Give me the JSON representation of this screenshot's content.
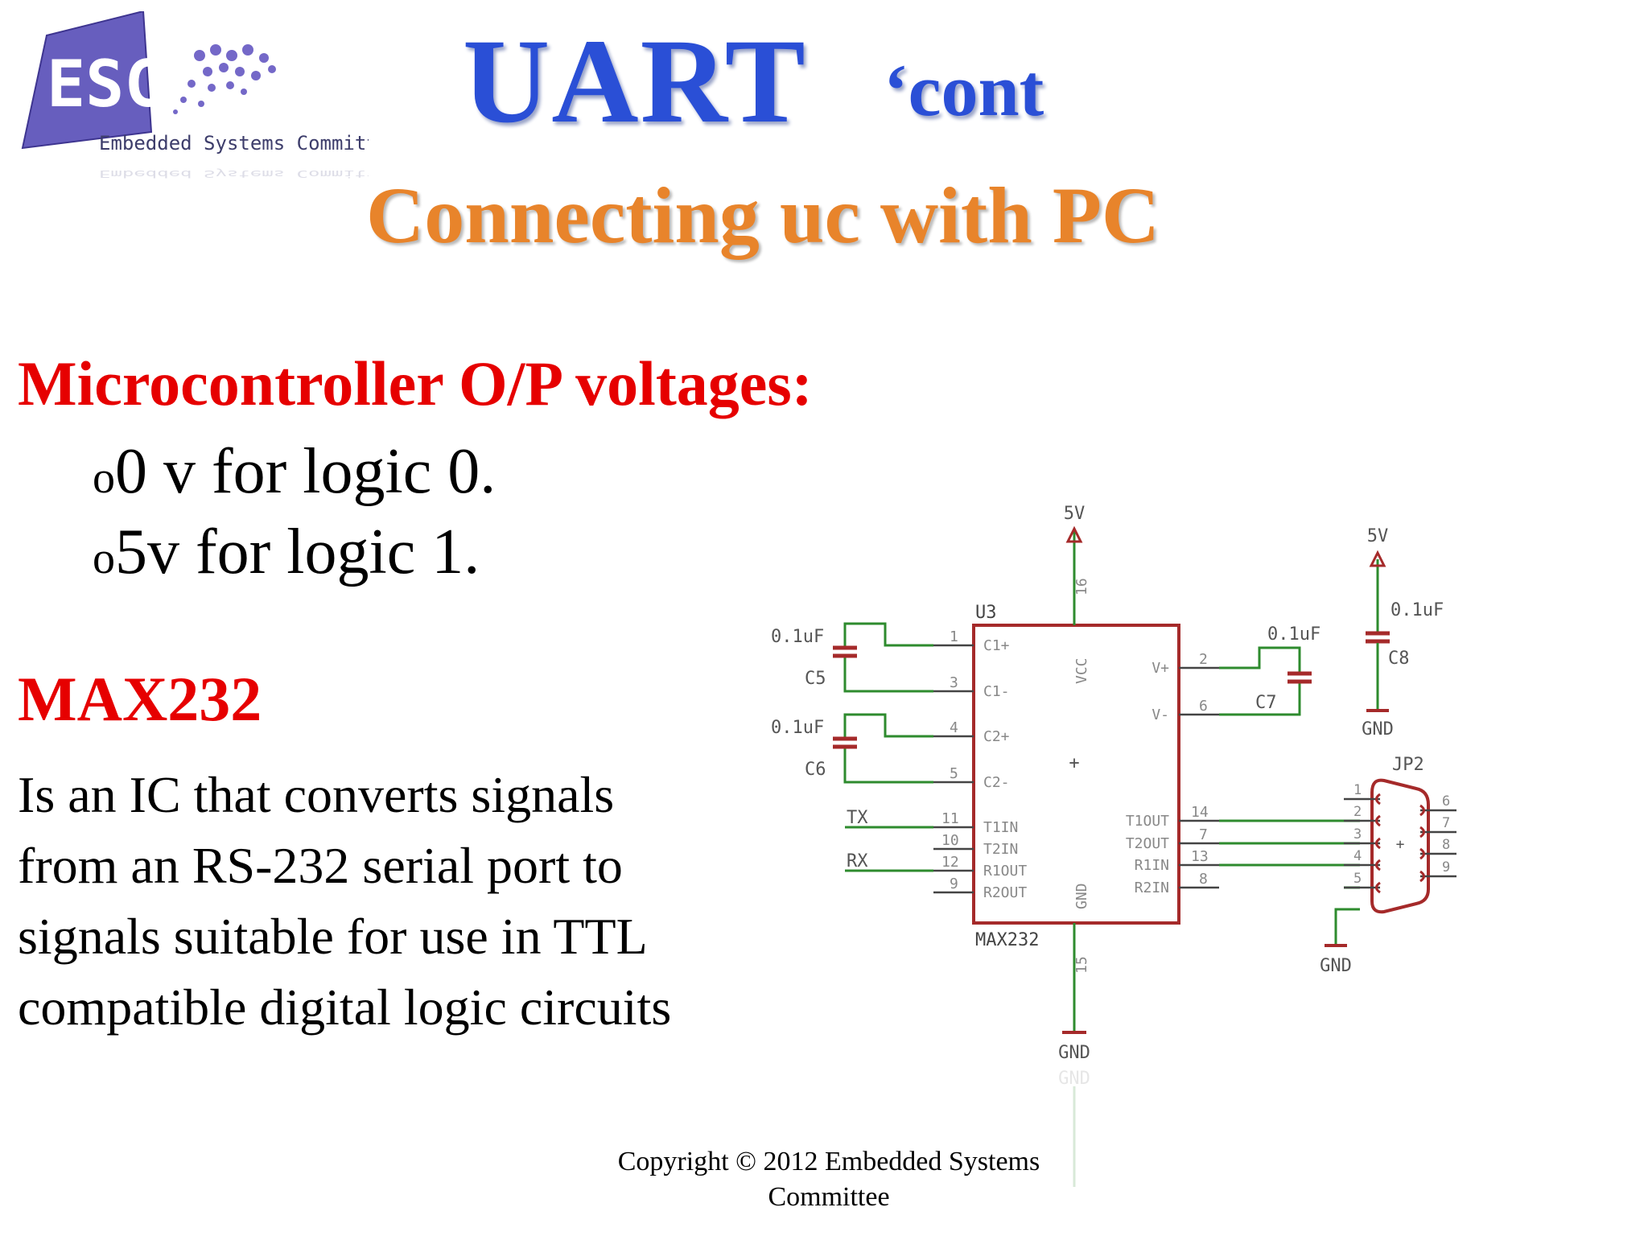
{
  "logo": {
    "letters": "ESC",
    "caption": "Embedded Systems Committee"
  },
  "title": {
    "main": "UART",
    "suffix": "‘cont"
  },
  "subtitle": "Connecting uc with PC",
  "section_voltages": {
    "heading": "Microcontroller O/P voltages:",
    "bullet_mark": "o",
    "items": [
      "0 v for logic 0.",
      "5v for logic 1."
    ]
  },
  "section_max232": {
    "heading": "MAX232",
    "lines": [
      "Is an IC that converts signals",
      "from an RS-232 serial port to",
      "signals suitable for use in TTL",
      "compatible digital logic circuits"
    ]
  },
  "schematic": {
    "ic_ref": "U3",
    "ic_name": "MAX232",
    "supply": "5V",
    "ground": "GND",
    "vcc": "VCC",
    "connector": "JP2",
    "capacitors": [
      {
        "ref": "C5",
        "value": "0.1uF"
      },
      {
        "ref": "C6",
        "value": "0.1uF"
      },
      {
        "ref": "C7",
        "value": "0.1uF"
      },
      {
        "ref": "C8",
        "value": "0.1uF"
      }
    ],
    "signals": {
      "tx": "TX",
      "rx": "RX"
    },
    "left_pins": [
      {
        "num": "1",
        "name": "C1+"
      },
      {
        "num": "3",
        "name": "C1-"
      },
      {
        "num": "4",
        "name": "C2+"
      },
      {
        "num": "5",
        "name": "C2-"
      },
      {
        "num": "11",
        "name": "T1IN"
      },
      {
        "num": "10",
        "name": "T2IN"
      },
      {
        "num": "12",
        "name": "R1OUT"
      },
      {
        "num": "9",
        "name": "R2OUT"
      }
    ],
    "right_pins": [
      {
        "num": "2",
        "name": "V+"
      },
      {
        "num": "6",
        "name": "V-"
      },
      {
        "num": "14",
        "name": "T1OUT"
      },
      {
        "num": "7",
        "name": "T2OUT"
      },
      {
        "num": "13",
        "name": "R1IN"
      },
      {
        "num": "8",
        "name": "R2IN"
      }
    ],
    "vcc_pin": "16",
    "gnd_pin": "15",
    "connector_pins_left": [
      "1",
      "2",
      "3",
      "4",
      "5"
    ],
    "connector_pins_right": [
      "6",
      "7",
      "8",
      "9"
    ]
  },
  "copyright": [
    "Copyright © 2012 Embedded Systems",
    "Committee"
  ],
  "colors": {
    "title_blue": "#2a4fd6",
    "subtitle_orange": "#e8842b",
    "heading_red": "#e60000",
    "ic_outline": "#a52a2a",
    "wire_green": "#2e8b2e",
    "logo_purple": "#5a50b8"
  }
}
